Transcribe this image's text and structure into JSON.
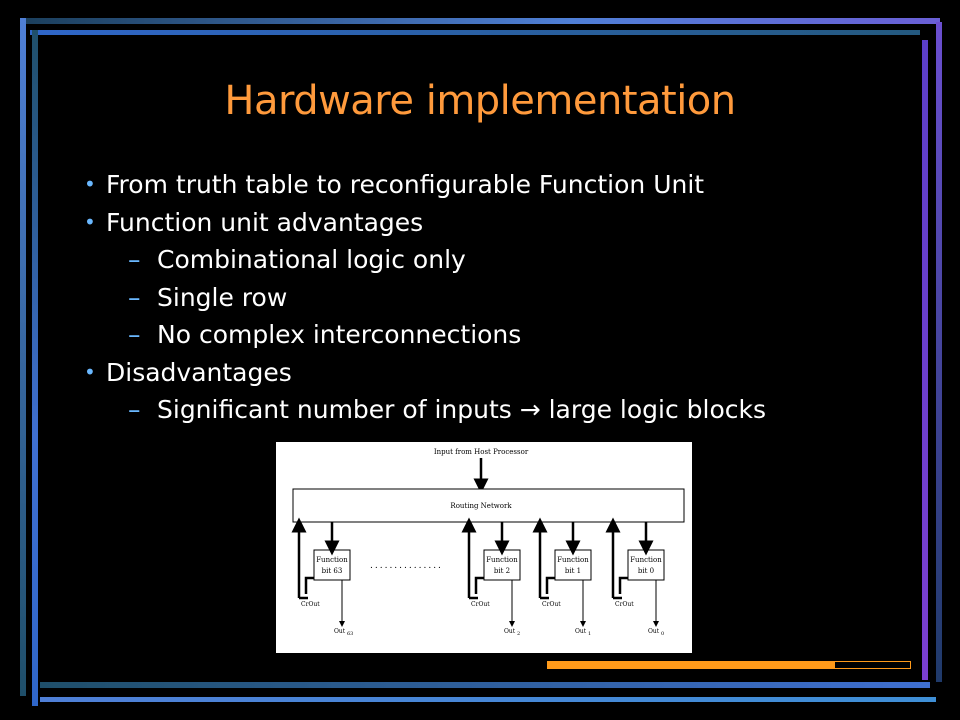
{
  "slide": {
    "title": "Hardware implementation",
    "bullets": [
      {
        "text": "From truth table to reconfigurable Function Unit",
        "sub": []
      },
      {
        "text": "Function unit advantages",
        "sub": [
          "Combinational logic only",
          "Single row",
          "No complex interconnections"
        ]
      },
      {
        "text": "Disadvantages",
        "sub": [
          "Significant number of inputs → large logic blocks"
        ]
      }
    ]
  },
  "figure": {
    "input_label": "Input from Host Processor",
    "routing_label": "Routing Network",
    "units": [
      {
        "name_line1": "Function",
        "name_line2": "bit 63",
        "crout": "CrOut",
        "out": "Out",
        "out_sub": "63"
      },
      {
        "name_line1": "Function",
        "name_line2": "bit 2",
        "crout": "CrOut",
        "out": "Out",
        "out_sub": "2"
      },
      {
        "name_line1": "Function",
        "name_line2": "bit 1",
        "crout": "CrOut",
        "out": "Out",
        "out_sub": "1"
      },
      {
        "name_line1": "Function",
        "name_line2": "bit 0",
        "crout": "CrOut",
        "out": "Out",
        "out_sub": "0"
      }
    ]
  },
  "colors": {
    "title": "#ff9a3c",
    "bullet_marker": "#6ab8ff",
    "frame_blue": "#4f7fd6",
    "frame_purple": "#7b3fd0",
    "frame_teal": "#1f4f6a",
    "progress_orange": "#ff9a1a"
  }
}
